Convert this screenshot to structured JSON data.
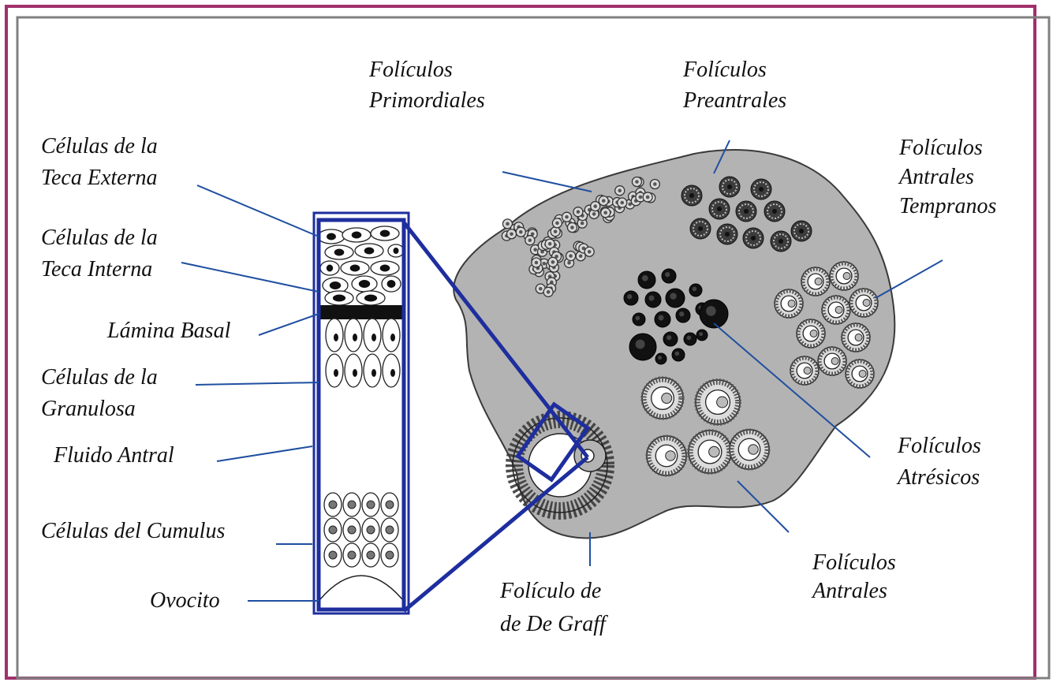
{
  "colors": {
    "outer_border": "#a0306c",
    "inner_border": "#808080",
    "leader_lines": "#1f4fa0",
    "zoom_frame": "#1e2e9e",
    "ovary_fill": "#b3b3b3",
    "ovary_outline": "#3a3a3a"
  },
  "labels": {
    "foliculos_primordiales": [
      "Folículos",
      "Primordiales"
    ],
    "foliculos_preantrales": [
      "Folículos",
      "Preantrales"
    ],
    "foliculos_antrales_tempranos": [
      "Folículos",
      "Antrales",
      "Tempranos"
    ],
    "foliculos_atresicos": [
      "Folículos",
      "Atrésicos"
    ],
    "foliculos_antrales": [
      "Folículos",
      "Antrales"
    ],
    "foliculo_de_graff": [
      "Folículo de",
      "de De Graff"
    ],
    "teca_externa": [
      "Células de la",
      "Teca Externa"
    ],
    "teca_interna": [
      "Células de la",
      "Teca Interna"
    ],
    "lamina_basal": [
      "Lámina Basal"
    ],
    "granulosa": [
      "Células de la",
      "Granulosa"
    ],
    "fluido_antral": [
      "Fluido Antral"
    ],
    "cumulus": [
      "Células del Cumulus"
    ],
    "ovocito": [
      "Ovocito"
    ]
  },
  "icons": {
    "primordial": "primordial-follicle-icon",
    "preantral": "preantral-follicle-icon",
    "antral": "antral-follicle-icon",
    "atretic": "atretic-follicle-icon",
    "graafian": "graafian-follicle-icon"
  }
}
